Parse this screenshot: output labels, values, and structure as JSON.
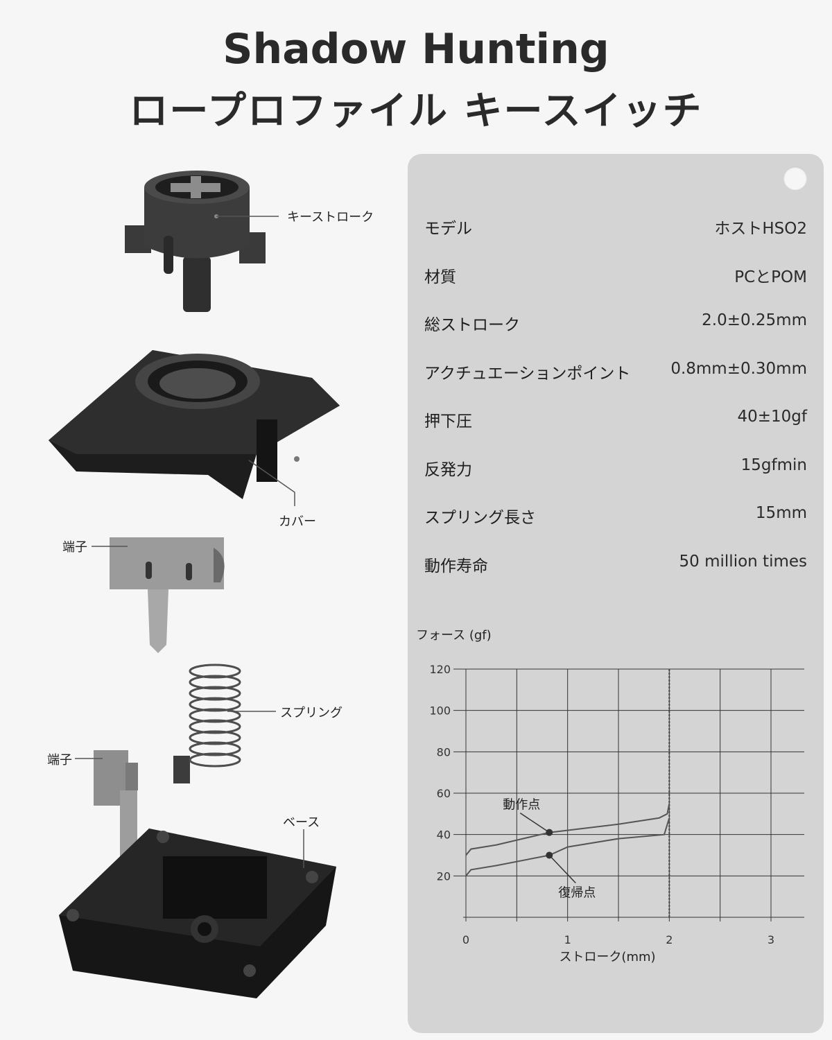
{
  "title": {
    "line1": "Shadow Hunting",
    "line2": "ロープロファイル キースイッチ"
  },
  "parts": {
    "stem_label": "キーストローク",
    "cover_label": "カバー",
    "terminal_top_label": "端子",
    "spring_label": "スプリング",
    "terminal_bottom_label": "端子",
    "base_label": "ベース"
  },
  "specs": [
    {
      "label": "モデル",
      "value": "ホストHSO2"
    },
    {
      "label": "材質",
      "value": "PCとPOM"
    },
    {
      "label": "総ストローク",
      "value": "2.0±0.25mm"
    },
    {
      "label": "アクチュエーションポイント",
      "value": "0.8mm±0.30mm"
    },
    {
      "label": "押下圧",
      "value": "40±10gf"
    },
    {
      "label": "反発力",
      "value": "15gfmin"
    },
    {
      "label": "スプリング長さ",
      "value": "15mm"
    },
    {
      "label": "動作寿命",
      "value": "50 million times"
    }
  ],
  "chart_data": {
    "type": "line",
    "ylabel": "フォース (gf)",
    "xlabel": "ストローク(mm)",
    "xlim": [
      0,
      3
    ],
    "ylim": [
      0,
      120
    ],
    "x_ticks": [
      "0",
      "1",
      "2",
      "3"
    ],
    "y_ticks": [
      "20",
      "40",
      "60",
      "80",
      "100",
      "120"
    ],
    "grid": true,
    "series": [
      {
        "x": [
          0,
          0.05,
          0.3,
          0.82,
          1.5,
          1.9,
          1.98,
          2.0
        ],
        "y": [
          30,
          33,
          35,
          41,
          45,
          48,
          50,
          55
        ]
      },
      {
        "x": [
          0,
          0.05,
          0.3,
          0.82,
          1.0,
          1.5,
          1.95,
          2.0
        ],
        "y": [
          20,
          23,
          25,
          30,
          34,
          38,
          40,
          48
        ]
      }
    ],
    "annotations": [
      {
        "text": "動作点",
        "x": 0.82,
        "y": 41
      },
      {
        "text": "復帰点",
        "x": 0.82,
        "y": 30
      }
    ],
    "colors": {
      "line": "#555555",
      "grid": "#333333"
    }
  }
}
